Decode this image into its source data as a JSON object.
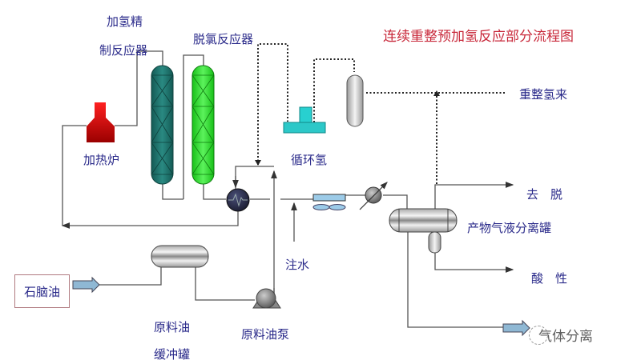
{
  "title": "连续重整预加氢反应部分流程图",
  "equipment": {
    "hydro_reactor": {
      "label_line1": "加氢精",
      "label_line2": "制反应器",
      "color": "#1e6e68"
    },
    "dechlor_reactor": {
      "label": "脱氯反应器",
      "color": "#22dd22"
    },
    "furnace": {
      "label": "加热炉",
      "color": "#cc1111"
    },
    "recycle_compressor": {
      "label": "循环氢",
      "color": "#22cccc"
    },
    "heat_exchanger": {
      "label": "",
      "color": "#2a2d4a"
    },
    "separator": {
      "label": "产物气液分离罐"
    },
    "feed_tank": {
      "label_line1": "原料油",
      "label_line2": "缓冲罐"
    },
    "feed_pump": {
      "label": "原料油泵"
    },
    "air_cooler": {
      "color": "#9ccbe8"
    }
  },
  "streams": {
    "feed": "石脑油",
    "reforming_h2": "重整氢来",
    "water_injection": "注水",
    "to_desulfur": "去　脱",
    "acidic": "酸　性"
  },
  "watermark": {
    "text": "气体分离",
    "icon": "wechat-icon"
  }
}
